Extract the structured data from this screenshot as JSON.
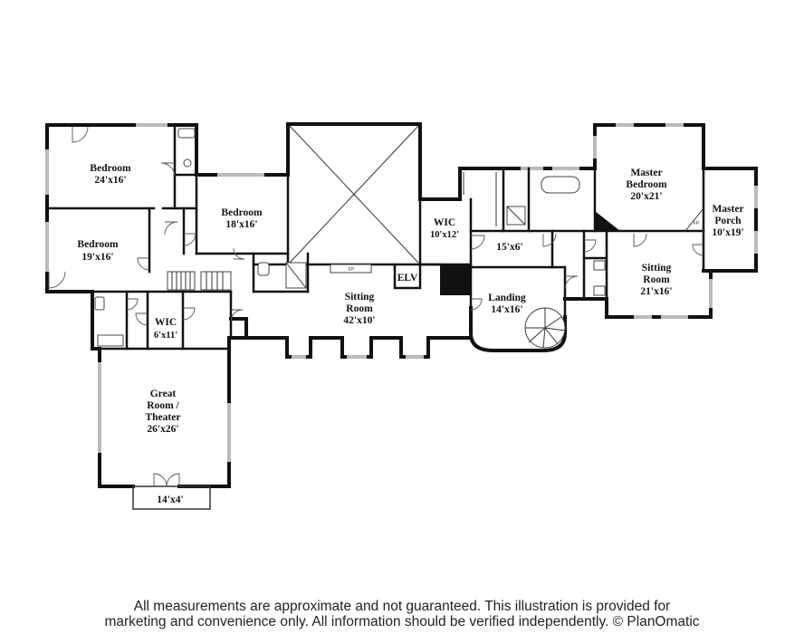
{
  "rooms": [
    {
      "id": "bedroom-1",
      "name": "Bedroom",
      "dims": "24'x16'"
    },
    {
      "id": "bedroom-2",
      "name": "Bedroom",
      "dims": "18'x16'"
    },
    {
      "id": "bedroom-3",
      "name": "Bedroom",
      "dims": "19'x16'"
    },
    {
      "id": "wic-left",
      "name": "WIC",
      "dims": "6'x11'"
    },
    {
      "id": "great-room",
      "name_line1": "Great",
      "name_line2": "Room /",
      "name_line3": "Theater",
      "dims": "26'x26'"
    },
    {
      "id": "balcony",
      "dims": "14'x4'"
    },
    {
      "id": "sitting-room-center",
      "name_line1": "Sitting",
      "name_line2": "Room",
      "dims": "42'x10'"
    },
    {
      "id": "elevator",
      "name": "ELV"
    },
    {
      "id": "wic-center",
      "name": "WIC",
      "dims": "10'x12'"
    },
    {
      "id": "hall-15x6",
      "dims": "15'x6'"
    },
    {
      "id": "landing",
      "name": "Landing",
      "dims": "14'x16'"
    },
    {
      "id": "master-bedroom",
      "name_line1": "Master",
      "name_line2": "Bedroom",
      "dims": "20'x21'"
    },
    {
      "id": "master-porch",
      "name_line1": "Master",
      "name_line2": "Porch",
      "dims": "10'x19'"
    },
    {
      "id": "sitting-room-right",
      "name_line1": "Sitting",
      "name_line2": "Room",
      "dims": "21'x16'"
    }
  ],
  "fireplace_labels": {
    "sitting_room": "FP",
    "master": "FP"
  },
  "disclaimer": {
    "line1": "All measurements are approximate and not guaranteed. This illustration is provided for",
    "line2": "marketing and convenience only. All information should be verified independently. © PlanOmatic"
  }
}
